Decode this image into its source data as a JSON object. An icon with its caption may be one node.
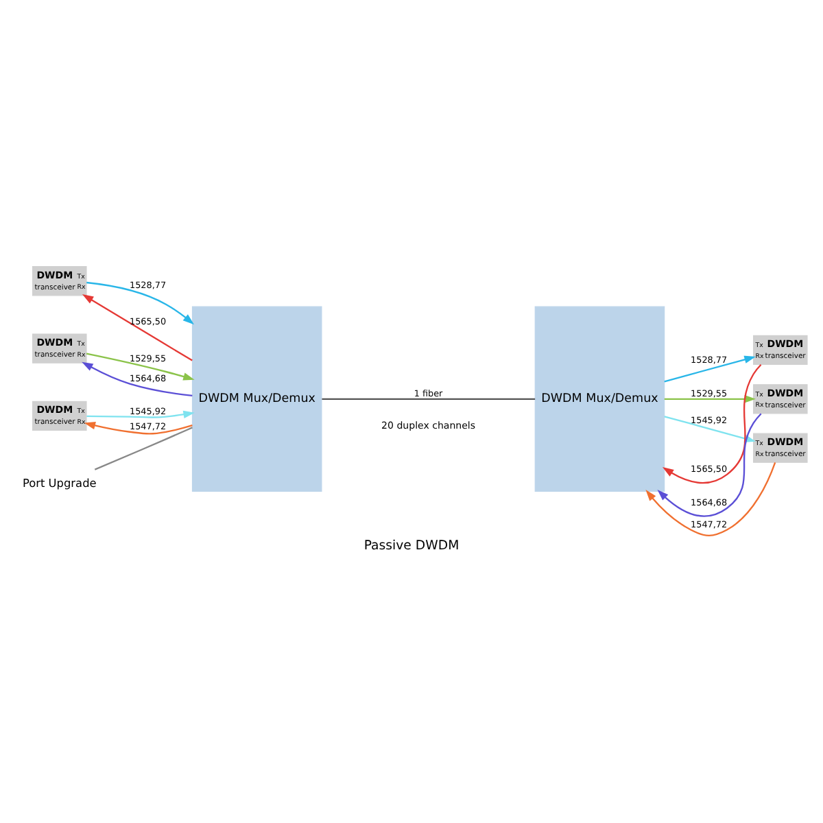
{
  "diagram": {
    "caption": "Passive DWDM",
    "nodes": [
      {
        "text": [
          "DWDM",
          "Tx",
          "transceiver",
          "Rx"
        ]
      },
      {
        "text": [
          "DWDM",
          "Tx",
          "transceiver",
          "Rx"
        ]
      },
      {
        "text": [
          "DWDM",
          "Tx",
          "transceiver",
          "Rx"
        ]
      },
      {
        "text": [
          "DWDM Mux/Demux"
        ]
      },
      {
        "text": [
          "DWDM Mux/Demux"
        ]
      },
      {
        "text": [
          "Tx",
          "DWDM",
          "Rx",
          "transceiver"
        ]
      },
      {
        "text": [
          "Tx",
          "DWDM",
          "Rx",
          "transceiver"
        ]
      },
      {
        "text": [
          "Tx",
          "DWDM",
          "Rx",
          "transceiver"
        ]
      },
      {
        "text": [
          "Port Upgrade"
        ]
      }
    ],
    "edges": [
      {
        "from": 0,
        "to": 3,
        "arrow": "to",
        "label": "1528,77",
        "color": "#29b6e8"
      },
      {
        "from": 3,
        "to": 0,
        "arrow": "to",
        "label": "1565,50",
        "color": "#e53935"
      },
      {
        "from": 1,
        "to": 3,
        "arrow": "to",
        "label": "1529,55",
        "color": "#8bc34a"
      },
      {
        "from": 3,
        "to": 1,
        "arrow": "to",
        "label": "1564,68",
        "color": "#5b4fd6"
      },
      {
        "from": 2,
        "to": 3,
        "arrow": "to",
        "label": "1545,92",
        "color": "#7fe3ef"
      },
      {
        "from": 3,
        "to": 2,
        "arrow": "to",
        "label": "1547,72",
        "color": "#f07030"
      },
      {
        "from": 3,
        "to": 4,
        "arrow": "none",
        "label": "1 fiber",
        "color": "#555555"
      },
      {
        "from": 4,
        "to": 5,
        "arrow": "to",
        "label": "1528,77",
        "color": "#29b6e8"
      },
      {
        "from": 5,
        "to": 4,
        "arrow": "to",
        "label": "1565,50",
        "color": "#e53935"
      },
      {
        "from": 4,
        "to": 6,
        "arrow": "to",
        "label": "1529,55",
        "color": "#8bc34a"
      },
      {
        "from": 6,
        "to": 4,
        "arrow": "to",
        "label": "1564,68",
        "color": "#5b4fd6"
      },
      {
        "from": 4,
        "to": 7,
        "arrow": "to",
        "label": "1545,92",
        "color": "#7fe3ef"
      },
      {
        "from": 7,
        "to": 4,
        "arrow": "to",
        "label": "1547,72",
        "color": "#f07030"
      },
      {
        "from": 8,
        "to": 3,
        "arrow": "none",
        "color": "#888888"
      }
    ],
    "labels": [
      "20 duplex channels"
    ]
  }
}
